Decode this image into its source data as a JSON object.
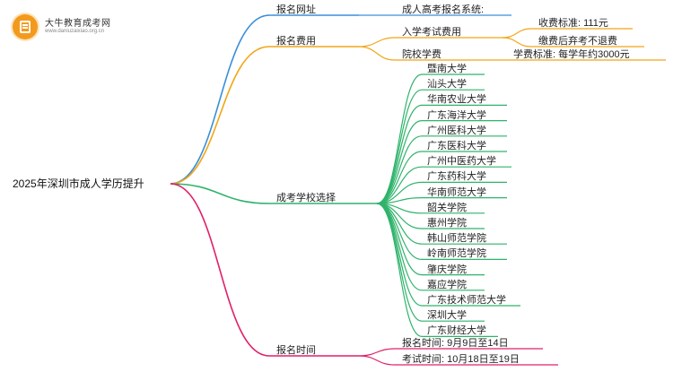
{
  "logo": {
    "title": "大牛教育成考网",
    "url": "www.daniuzaixiao.org.cn"
  },
  "colors": {
    "blue": "#3a8fd9",
    "orange": "#f2a516",
    "green": "#2fb36b",
    "pink": "#e0206a"
  },
  "root": "2025年深圳市成人学历提升",
  "branches": [
    {
      "label": "报名网址",
      "color": "blue",
      "children": [
        {
          "label": "成人高考报名系统:"
        }
      ]
    },
    {
      "label": "报名费用",
      "color": "orange",
      "children": [
        {
          "label": "入学考试费用",
          "children": [
            {
              "label": "收费标准: 111元"
            },
            {
              "label": "缴费后弃考不退费"
            }
          ]
        },
        {
          "label": "院校学费",
          "children": [
            {
              "label": "学费标准: 每学年约3000元"
            }
          ]
        }
      ]
    },
    {
      "label": "成考学校选择",
      "color": "green",
      "children": [
        {
          "label": "暨南大学"
        },
        {
          "label": "汕头大学"
        },
        {
          "label": "华南农业大学"
        },
        {
          "label": "广东海洋大学"
        },
        {
          "label": "广州医科大学"
        },
        {
          "label": "广东医科大学"
        },
        {
          "label": "广州中医药大学"
        },
        {
          "label": "广东药科大学"
        },
        {
          "label": "华南师范大学"
        },
        {
          "label": "韶关学院"
        },
        {
          "label": "惠州学院"
        },
        {
          "label": "韩山师范学院"
        },
        {
          "label": "岭南师范学院"
        },
        {
          "label": "肇庆学院"
        },
        {
          "label": "嘉应学院"
        },
        {
          "label": "广东技术师范大学"
        },
        {
          "label": "深圳大学"
        },
        {
          "label": "广东财经大学"
        }
      ]
    },
    {
      "label": "报名时间",
      "color": "pink",
      "children": [
        {
          "label": "报名时间: 9月9日至14日"
        },
        {
          "label": "考试时间: 10月18日至19日"
        }
      ]
    }
  ]
}
